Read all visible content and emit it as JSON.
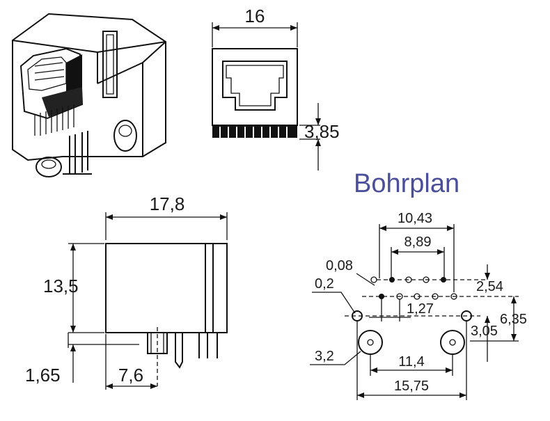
{
  "title": "Bohrplan",
  "dimensions": {
    "front_width": "16",
    "front_pin_length": "3,85",
    "body_width": "17,8",
    "body_height": "13,5",
    "pin_offset": "1,65",
    "peg_offset": "7,6",
    "holes_outer_span": "10,43",
    "holes_inner_span": "8,89",
    "tolerance_small": "0,08",
    "tolerance_hole": "0,2",
    "row_spacing": "2,54",
    "pin_pitch": "1,27",
    "vertical_to_pegs": "6,35",
    "peg_row_offset": "3,05",
    "peg_hole_diameter": "3,2",
    "peg_spacing_inner": "11,4",
    "peg_spacing_outer": "15,75"
  }
}
